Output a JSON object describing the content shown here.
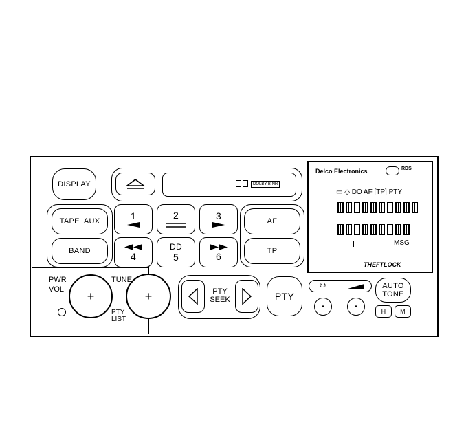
{
  "buttons": {
    "display": "DISPLAY",
    "tape_aux": "TAPE  AUX",
    "band": "BAND",
    "af": "AF",
    "tp": "TP",
    "pty": "PTY",
    "auto_tone": [
      "AUTO",
      "TONE"
    ],
    "h": "H",
    "m": "M"
  },
  "cassette": {
    "dolby_label": "DOLBY B NR"
  },
  "presets": [
    {
      "number": "1"
    },
    {
      "number": "2"
    },
    {
      "number": "3"
    },
    {
      "number": "4"
    },
    {
      "number": "5"
    },
    {
      "number": "6"
    }
  ],
  "labels": {
    "pwr": "PWR",
    "vol": "VOL",
    "tune": "TUNE",
    "pty_list_1": "PTY",
    "pty_list_2": "LIST",
    "pty_seek_1": "PTY",
    "pty_seek_2": "SEEK",
    "knob_plus": "+",
    "bass_label": "♪♪"
  },
  "display": {
    "brand": "Delco Electronics",
    "rds_logo": "RDS",
    "indicators": "▭ ◇ DO AF [TP] PTY",
    "msg": "MSG",
    "theftlock": "THEFTLOCK"
  },
  "icons": {
    "eject": "eject-icon",
    "seek_left": "triangle-left-icon",
    "seek_right": "triangle-right-icon",
    "rewind": "rewind-icon",
    "fast_forward": "fast-forward-icon"
  }
}
